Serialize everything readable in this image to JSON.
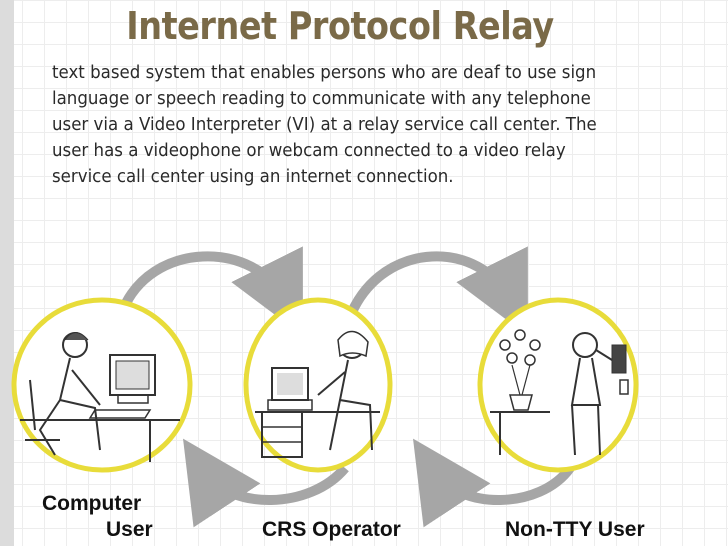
{
  "slide": {
    "title": "Internet Protocol Relay",
    "body": "text based system that enables persons who are deaf to use sign language or speech reading to communicate with any telephone user via a Video Interpreter (VI) at a relay service call center. The user has a videophone or webcam connected to a video relay service call center using an internet connection."
  },
  "labels": {
    "computer_user_line1": "Computer",
    "computer_user_line2": "User",
    "crs_operator": "CRS Operator",
    "non_tty_user": "Non-TTY User"
  },
  "colors": {
    "title": "#7a6a48",
    "ring": "#e8dc3a",
    "arrow": "#a6a6a6"
  }
}
